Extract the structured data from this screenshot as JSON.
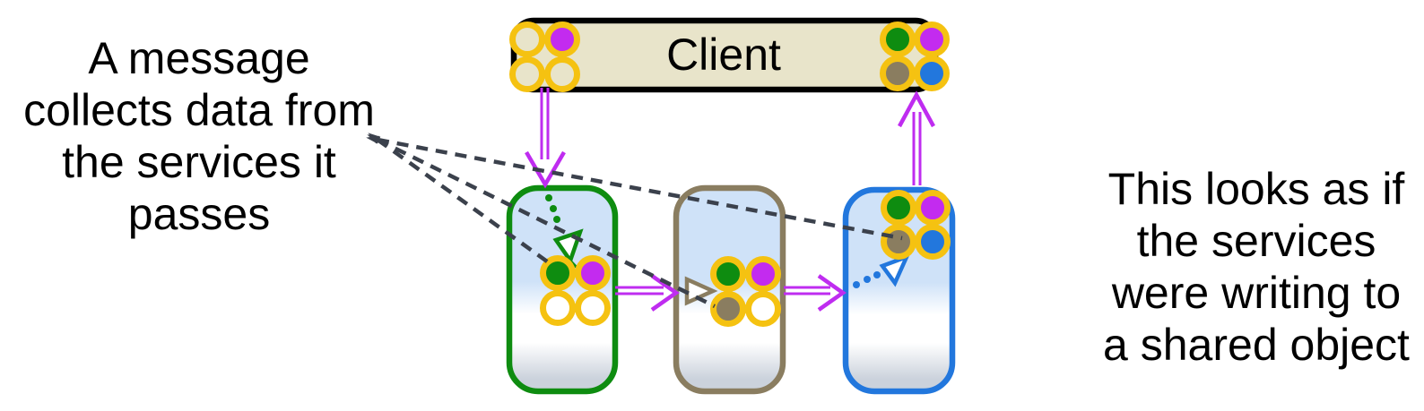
{
  "annotations": {
    "left": "A message\ncollects data from\nthe services it\npasses",
    "right": "This looks as if\nthe services\nwere writing to\na shared object"
  },
  "client": {
    "label": "Client"
  },
  "services": [
    {
      "id": "service-green",
      "border_color_key": "green"
    },
    {
      "id": "service-middle",
      "border_color_key": "gray"
    },
    {
      "id": "service-blue",
      "border_color_key": "blue"
    }
  ],
  "message_clusters": {
    "client_outgoing": [
      "client_fill",
      "magenta",
      "client_fill",
      "client_fill"
    ],
    "client_incoming": [
      "green",
      "magenta",
      "gray",
      "blue"
    ],
    "service_green": [
      "green",
      "magenta",
      "white",
      "white"
    ],
    "service_middle": [
      "green",
      "magenta",
      "gray",
      "white"
    ],
    "service_blue": [
      "green",
      "magenta",
      "gray",
      "blue"
    ]
  },
  "flow": [
    "client -> service-green",
    "service-green -> service-middle",
    "service-middle -> service-blue",
    "service-blue -> client"
  ],
  "colors": {
    "green": "#0e8c10",
    "magenta": "#c32bef",
    "arrow_magenta": "#bf2cf0",
    "gray": "#8a7d60",
    "blue": "#2277dd",
    "gold": "#f5c211",
    "client_fill": "#e8e4ca",
    "dash": "#3b414c",
    "service_top": "#cfe2f8",
    "service_bottom": "#cbd2dc"
  }
}
